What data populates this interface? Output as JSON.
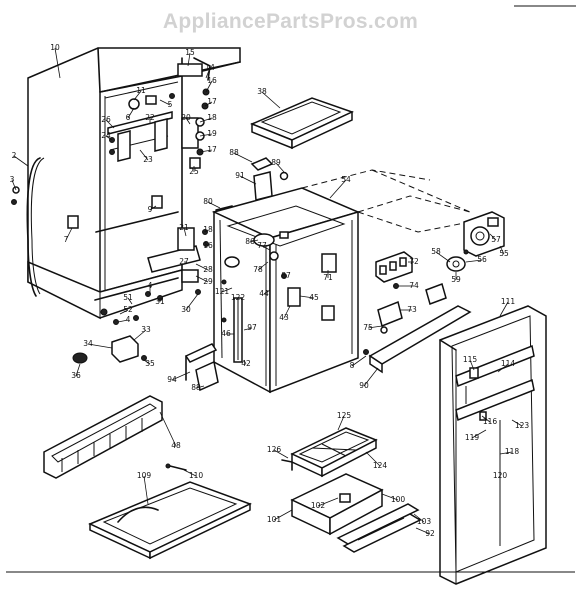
{
  "watermark": "AppliancePartsPros.com",
  "callouts": [
    {
      "id": "c10",
      "text": "10"
    },
    {
      "id": "c15",
      "text": "15"
    },
    {
      "id": "c14",
      "text": "14"
    },
    {
      "id": "c16a",
      "text": "16"
    },
    {
      "id": "c17a",
      "text": "17"
    },
    {
      "id": "c11",
      "text": "11"
    },
    {
      "id": "c5",
      "text": "5"
    },
    {
      "id": "c6",
      "text": "6"
    },
    {
      "id": "c26",
      "text": "26"
    },
    {
      "id": "c22",
      "text": "22"
    },
    {
      "id": "c24",
      "text": "24"
    },
    {
      "id": "c23",
      "text": "23"
    },
    {
      "id": "c20",
      "text": "20"
    },
    {
      "id": "c18a",
      "text": "18"
    },
    {
      "id": "c19",
      "text": "19"
    },
    {
      "id": "c17b",
      "text": "17"
    },
    {
      "id": "c25",
      "text": "25"
    },
    {
      "id": "c2",
      "text": "2"
    },
    {
      "id": "c3",
      "text": "3"
    },
    {
      "id": "c9",
      "text": "9"
    },
    {
      "id": "c7",
      "text": "7"
    },
    {
      "id": "c38",
      "text": "38"
    },
    {
      "id": "c88",
      "text": "88"
    },
    {
      "id": "c89",
      "text": "89"
    },
    {
      "id": "c91",
      "text": "91"
    },
    {
      "id": "c54",
      "text": "54"
    },
    {
      "id": "c80",
      "text": "80"
    },
    {
      "id": "c21",
      "text": "21"
    },
    {
      "id": "c18b",
      "text": "18"
    },
    {
      "id": "c16b",
      "text": "16"
    },
    {
      "id": "c27",
      "text": "27"
    },
    {
      "id": "c28",
      "text": "28"
    },
    {
      "id": "c29",
      "text": "29"
    },
    {
      "id": "c30",
      "text": "30"
    },
    {
      "id": "c4a",
      "text": "4"
    },
    {
      "id": "c31",
      "text": "31"
    },
    {
      "id": "c51",
      "text": "51"
    },
    {
      "id": "c52",
      "text": "52"
    },
    {
      "id": "c4b",
      "text": "4"
    },
    {
      "id": "c33",
      "text": "33"
    },
    {
      "id": "c34",
      "text": "34"
    },
    {
      "id": "c35",
      "text": "35"
    },
    {
      "id": "c36",
      "text": "36"
    },
    {
      "id": "c86",
      "text": "86"
    },
    {
      "id": "c77",
      "text": "77"
    },
    {
      "id": "c78",
      "text": "78"
    },
    {
      "id": "c87",
      "text": "87"
    },
    {
      "id": "c71",
      "text": "71"
    },
    {
      "id": "c121",
      "text": "121"
    },
    {
      "id": "c122",
      "text": "122"
    },
    {
      "id": "c44",
      "text": "44"
    },
    {
      "id": "c45",
      "text": "45"
    },
    {
      "id": "c43",
      "text": "43"
    },
    {
      "id": "c46",
      "text": "46"
    },
    {
      "id": "c97",
      "text": "97"
    },
    {
      "id": "c42",
      "text": "42"
    },
    {
      "id": "c94",
      "text": "94"
    },
    {
      "id": "c88b",
      "text": "88"
    },
    {
      "id": "c8",
      "text": "8"
    },
    {
      "id": "c90",
      "text": "90"
    },
    {
      "id": "c72",
      "text": "72"
    },
    {
      "id": "c74",
      "text": "74"
    },
    {
      "id": "c73",
      "text": "73"
    },
    {
      "id": "c75",
      "text": "75"
    },
    {
      "id": "c58",
      "text": "58"
    },
    {
      "id": "c57",
      "text": "57"
    },
    {
      "id": "c56",
      "text": "56"
    },
    {
      "id": "c55",
      "text": "55"
    },
    {
      "id": "c59",
      "text": "59"
    },
    {
      "id": "c111",
      "text": "111"
    },
    {
      "id": "c115",
      "text": "115"
    },
    {
      "id": "c114",
      "text": "114"
    },
    {
      "id": "c116",
      "text": "116"
    },
    {
      "id": "c123",
      "text": "123"
    },
    {
      "id": "c119a",
      "text": "119"
    },
    {
      "id": "c118",
      "text": "118"
    },
    {
      "id": "c120",
      "text": "120"
    },
    {
      "id": "c48",
      "text": "48"
    },
    {
      "id": "c110",
      "text": "110"
    },
    {
      "id": "c109",
      "text": "109"
    },
    {
      "id": "c125",
      "text": "125"
    },
    {
      "id": "c126",
      "text": "126"
    },
    {
      "id": "c124",
      "text": "124"
    },
    {
      "id": "c100",
      "text": "100"
    },
    {
      "id": "c101",
      "text": "101"
    },
    {
      "id": "c102",
      "text": "102"
    },
    {
      "id": "c103",
      "text": "103"
    },
    {
      "id": "c92",
      "text": "92"
    }
  ]
}
